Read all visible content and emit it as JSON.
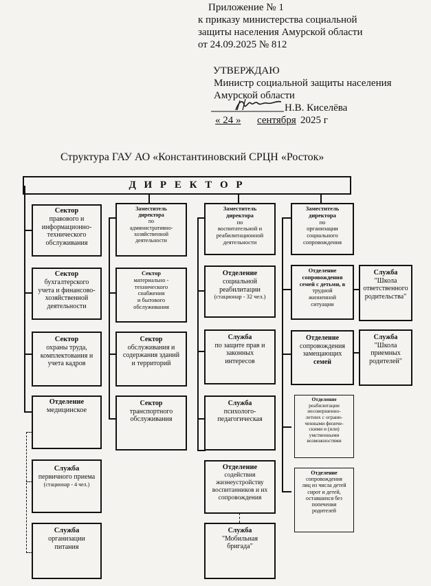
{
  "header": {
    "appendix_title": "Приложение № 1",
    "appendix_line1": "к  приказу  министерства  социальной",
    "appendix_line2": "защиты населения Амурской области",
    "appendix_line3": "от 24.09.2025   № 812",
    "approve_word": "УТВЕРЖДАЮ",
    "approve_line1": "Министр социальной защиты населения",
    "approve_line2": "Амурской области",
    "signer_name": "Н.В. Киселёва",
    "date_day": "« 24 »",
    "date_month": "сентября",
    "date_year": "2025 г"
  },
  "title": "Структура ГАУ АО «Константиновский СРЦН «Росток»",
  "director": "Д И Р Е К Т О Р",
  "col1": [
    {
      "lines": [
        "Сектор",
        "правового и",
        "информационно-",
        "технического",
        "обслуживания"
      ]
    },
    {
      "lines": [
        "Сектор",
        "бухгалтерского",
        "учета и финансово-",
        "хозяйственной",
        "деятельности"
      ]
    },
    {
      "lines": [
        "Сектор",
        "охраны труда,",
        "комплектования и",
        "учета кадров"
      ]
    },
    {
      "lines": [
        "Отделение",
        "медицинское"
      ]
    },
    {
      "lines": [
        "Служба",
        "первичного приема",
        "(стационар - 4 чел.)"
      ]
    },
    {
      "lines": [
        "Служба",
        "организации",
        "питания"
      ]
    }
  ],
  "col2": [
    {
      "lines": [
        "Заместитель",
        "директора",
        "по",
        "административно-",
        "хозяйственной",
        "деятельности"
      ]
    },
    {
      "lines": [
        "Сектор",
        "материально -",
        "технического",
        "снабжения",
        "и бытового",
        "обслуживания"
      ]
    },
    {
      "lines": [
        "Сектор",
        "обслуживания и",
        "содержания зданий",
        "и территорий"
      ]
    },
    {
      "lines": [
        "Сектор",
        "транспортного",
        "обслуживания"
      ]
    }
  ],
  "col3": [
    {
      "lines": [
        "Заместитель",
        "директора",
        "по",
        "воспитательной и",
        "реабилитационной",
        "деятельности"
      ]
    },
    {
      "lines": [
        "Отделение",
        "социальной",
        "реабилитации",
        "(стационар - 32 чел.)"
      ]
    },
    {
      "lines": [
        "Служба",
        "по защите прав и",
        "законных",
        "интересов"
      ]
    },
    {
      "lines": [
        "Служба",
        "психолого-",
        "педагогическая"
      ]
    },
    {
      "lines": [
        "Отделение",
        "содействия",
        "жизнеустройству",
        "воспитанников и их",
        "сопровождения"
      ]
    },
    {
      "lines": [
        "Служба",
        "\"Мобильная",
        "бригада\""
      ]
    }
  ],
  "col4": [
    {
      "lines": [
        "Заместитель",
        "директора",
        "по",
        "организации",
        "социального",
        "сопровождения"
      ]
    },
    {
      "lines": [
        "Отделение",
        "сопровождения",
        "семей с детьми, в",
        "трудной",
        "жизненной",
        "ситуации"
      ]
    },
    {
      "lines": [
        "Отделение",
        "сопровождения",
        "замещающих",
        "семей"
      ]
    },
    {
      "lines": [
        "Отделение",
        "реабилитации",
        "несовершенно-",
        "летних с ограни-",
        "ченными физиче-",
        "скими и (или)",
        "умственными",
        "возможностями"
      ]
    },
    {
      "lines": [
        "Отделение",
        "сопровождения",
        "лиц из числа детей",
        "сирот и детей,",
        "оставшихся без",
        "попечения",
        "родителей"
      ]
    }
  ],
  "col5": [
    {
      "lines": [
        "Служба",
        "\"Школа",
        "ответственного",
        "родительства\""
      ]
    },
    {
      "lines": [
        "Служба",
        "\"Школа",
        "приемных",
        "родителей\""
      ]
    }
  ]
}
